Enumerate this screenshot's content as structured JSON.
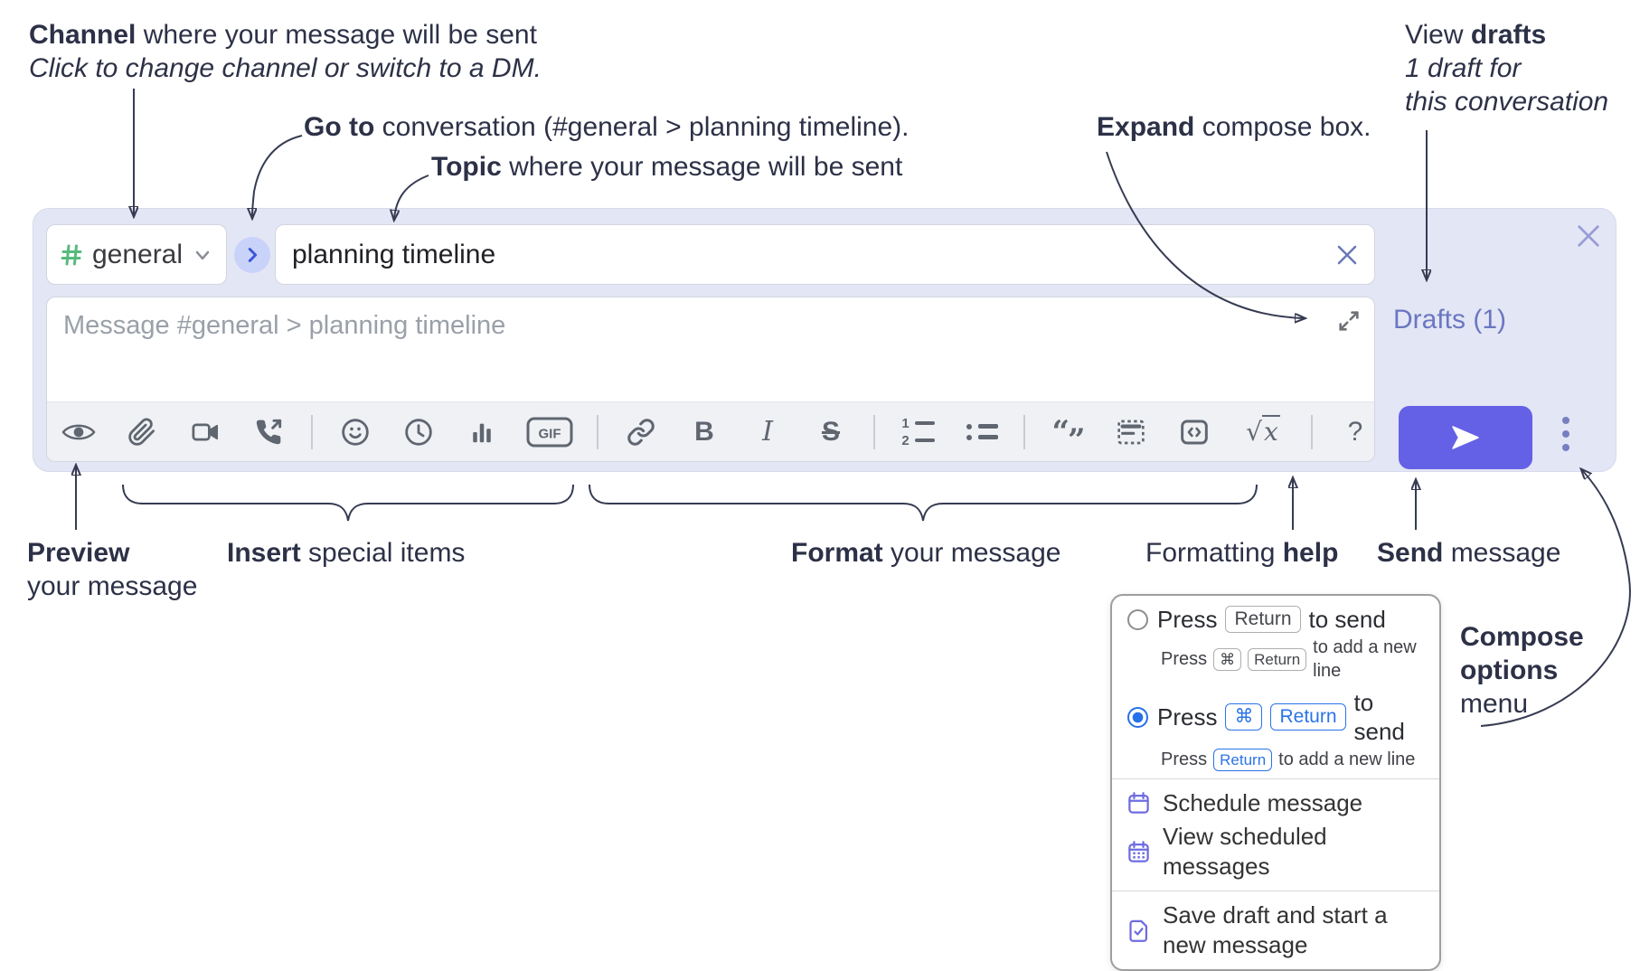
{
  "notes": {
    "channel": {
      "lead": "Channel",
      "rest": " where your message will be sent",
      "sub": "Click to change channel or switch to a DM."
    },
    "goto": {
      "lead": "Go to",
      "rest": " conversation (#general > planning timeline)."
    },
    "topic": {
      "lead": "Topic",
      "rest": " where your message will be sent"
    },
    "expand": {
      "lead": "Expand",
      "rest": " compose box."
    },
    "view_drafts": {
      "pre": "View ",
      "lead": "drafts",
      "line2": "1 draft for",
      "line3": "this conversation"
    },
    "preview": {
      "lead": "Preview",
      "line2": "your message"
    },
    "insert": {
      "lead": "Insert",
      "rest": " special items"
    },
    "format": {
      "lead": "Format",
      "rest": " your message"
    },
    "formatting_help": {
      "pre": "Formatting ",
      "lead": "help"
    },
    "send": {
      "lead": "Send",
      "rest": " message"
    },
    "compose_options": {
      "line1": "Compose",
      "line2": "options",
      "line3": "menu"
    }
  },
  "compose": {
    "channel": {
      "name": "general"
    },
    "topic": {
      "value": "planning timeline"
    },
    "message": {
      "placeholder": "Message #general > planning timeline"
    },
    "drafts_link": "Drafts (1)"
  },
  "toolbar": {
    "bold": "B",
    "italic": "I",
    "strike": "S",
    "gif": "GIF",
    "ol_num1": "1",
    "ol_num2": "2",
    "quote_open": "“",
    "quote_close": "”",
    "math_root": "√",
    "math_x": "x",
    "help": "?"
  },
  "menu": {
    "option1": {
      "press": "Press",
      "key1": "Return",
      "after": "to send",
      "sub_press": "Press",
      "sub_key1": "⌘",
      "sub_key2": "Return",
      "sub_after": "to add a new line"
    },
    "option2": {
      "press": "Press",
      "key1": "⌘",
      "key2": "Return",
      "after": "to send",
      "sub_press": "Press",
      "sub_key1": "Return",
      "sub_after": "to add a new line"
    },
    "items": [
      {
        "label": "Schedule message"
      },
      {
        "label": "View scheduled messages"
      },
      {
        "label": "Save draft and start a new message"
      }
    ]
  },
  "colors": {
    "compose_bg": "#e3e6f4",
    "send_button": "#6461e6",
    "drafts_link": "#6b76c2",
    "channel_hash_green": "#58ba7d",
    "goto_chevron_blue": "#3c55d9",
    "menu_accent_blue": "#2570eb",
    "menu_icon_indigo": "#6f6ce0",
    "annotation_ink": "#2d3147"
  }
}
